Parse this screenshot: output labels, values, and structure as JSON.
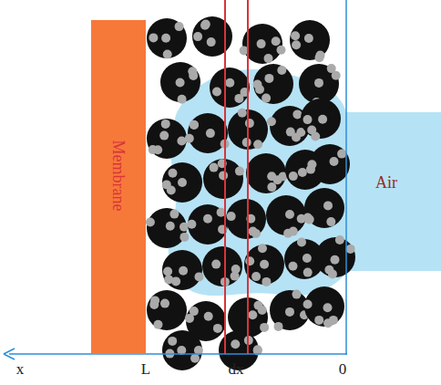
{
  "diagram": {
    "nodes": [
      {
        "text": [
          "Membrane"
        ]
      },
      {
        "text": [
          "Air"
        ]
      }
    ],
    "labels": [
      "x",
      "L",
      "dx",
      "0"
    ]
  }
}
